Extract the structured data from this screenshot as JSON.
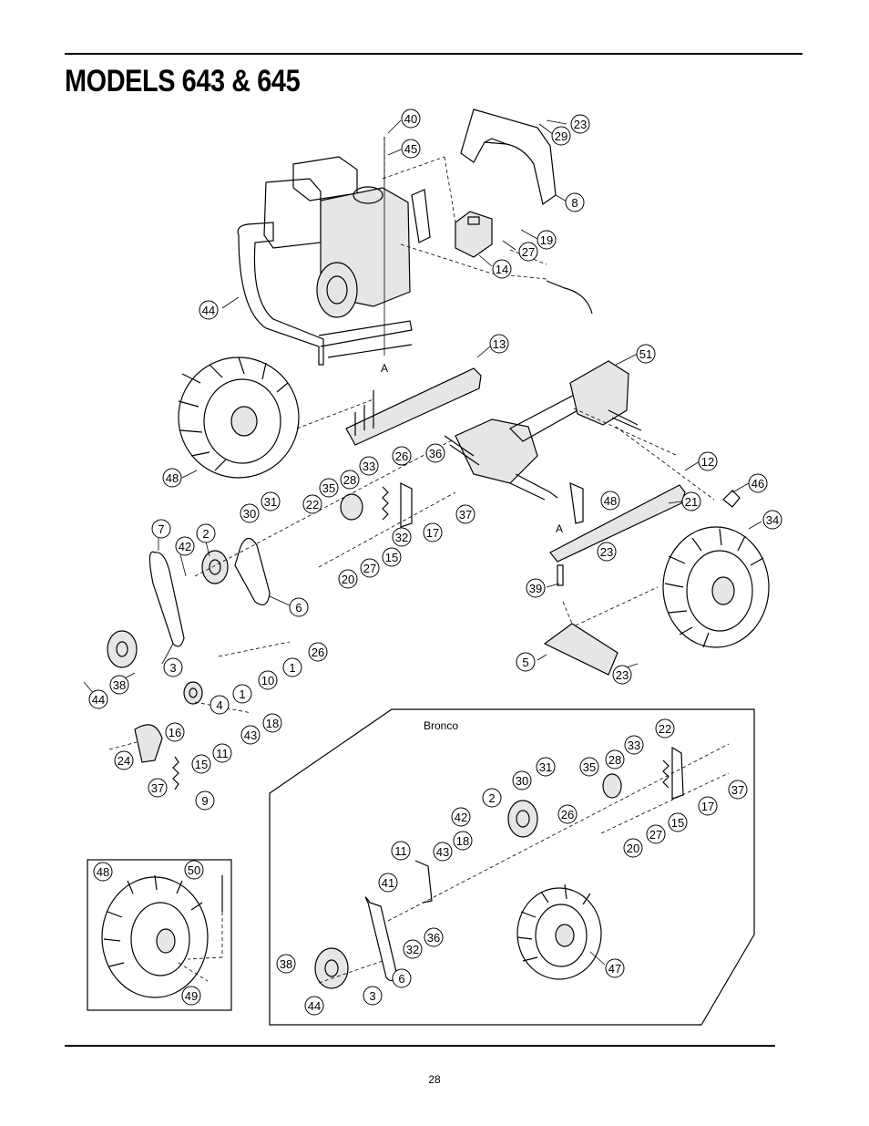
{
  "page": {
    "title": "MODELS 643 & 645",
    "page_number": "28"
  },
  "diagram": {
    "main_callouts": [
      "40",
      "45",
      "23",
      "29",
      "8",
      "19",
      "27",
      "14",
      "44",
      "13",
      "51",
      "48",
      "26",
      "36",
      "33",
      "28",
      "35",
      "22",
      "31",
      "30",
      "12",
      "46",
      "21",
      "34",
      "48",
      "17",
      "37",
      "32",
      "15",
      "27",
      "20",
      "7",
      "42",
      "2",
      "6",
      "23",
      "39",
      "5",
      "23",
      "3",
      "26",
      "1",
      "10",
      "38",
      "44",
      "4",
      "1",
      "18",
      "43",
      "11",
      "16",
      "24",
      "15",
      "37",
      "9"
    ],
    "inset_bronco": {
      "label": "Bronco",
      "callouts": [
        "22",
        "33",
        "28",
        "31",
        "35",
        "37",
        "30",
        "2",
        "17",
        "26",
        "42",
        "15",
        "27",
        "20",
        "18",
        "11",
        "43",
        "41",
        "36",
        "32",
        "6",
        "38",
        "3",
        "44",
        "47"
      ]
    },
    "inset_tire": {
      "callouts": [
        "48",
        "50",
        "49"
      ]
    },
    "point_labels": [
      "A",
      "A"
    ]
  }
}
